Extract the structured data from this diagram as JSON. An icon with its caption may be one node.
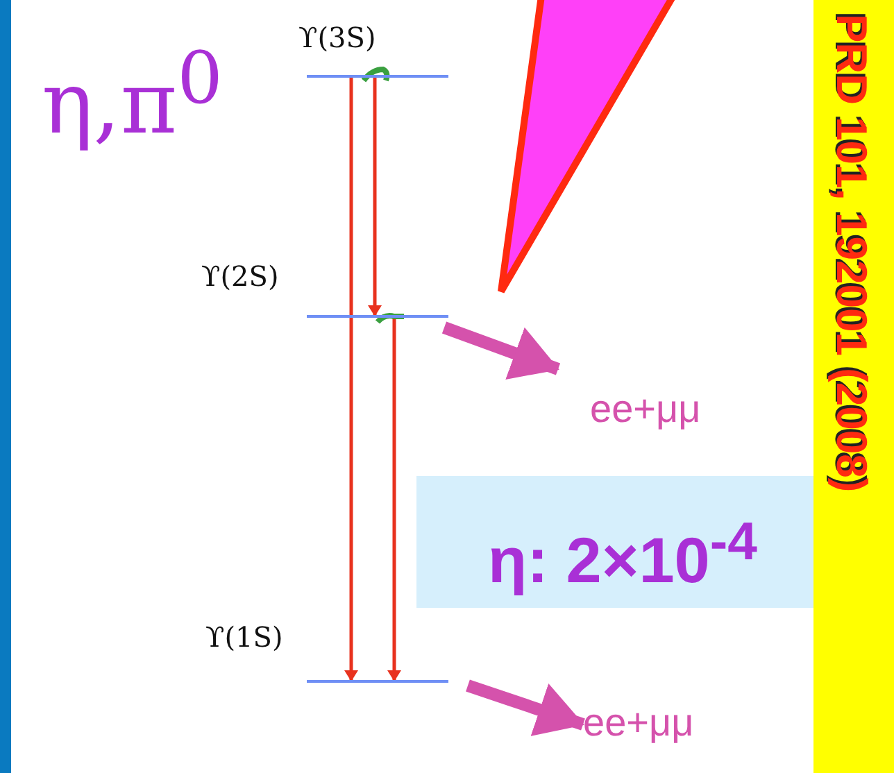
{
  "diagram": {
    "nodes": [
      {
        "text": [
          "ϒ(3S)"
        ]
      },
      {
        "text": [
          "ϒ(2S)"
        ]
      },
      {
        "text": [
          "ϒ(1S)"
        ]
      },
      {
        "text": [
          "ee+μμ"
        ]
      },
      {
        "text": [
          "ee+μμ"
        ]
      },
      {
        "text": [],
        "shape": "triangle"
      }
    ],
    "edges": [
      {
        "from": 0,
        "to": 2,
        "arrow": "to"
      },
      {
        "from": 0,
        "to": 1,
        "arrow": "to"
      },
      {
        "from": 1,
        "to": 2,
        "arrow": "to"
      },
      {
        "from": 1,
        "to": 3,
        "arrow": "to",
        "style": "thick",
        "color": "#d552ac"
      },
      {
        "from": 2,
        "to": 4,
        "arrow": "to",
        "style": "thick",
        "color": "#d552ac"
      }
    ],
    "labels": [
      "η,π$^{0}$",
      "η: 2×10$^{-4}$",
      "PRD 101, 192001 (2008)"
    ]
  }
}
